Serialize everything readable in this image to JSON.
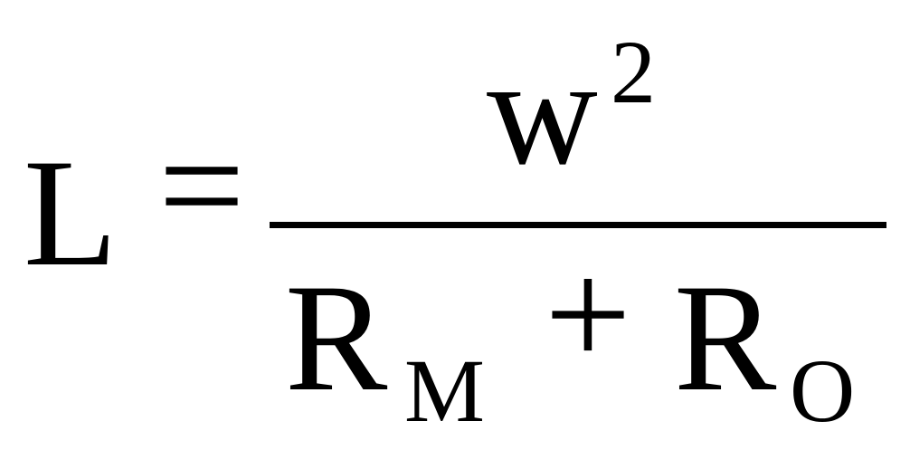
{
  "formula": {
    "lhs": "L",
    "equals": "=",
    "numerator": {
      "base": "w",
      "exponent": "2"
    },
    "denominator": {
      "term1": {
        "base": "R",
        "subscript": "M"
      },
      "operator": "+",
      "term2": {
        "base": "R",
        "subscript": "O"
      }
    }
  },
  "colors": {
    "text": "#000000",
    "background": "#ffffff"
  }
}
